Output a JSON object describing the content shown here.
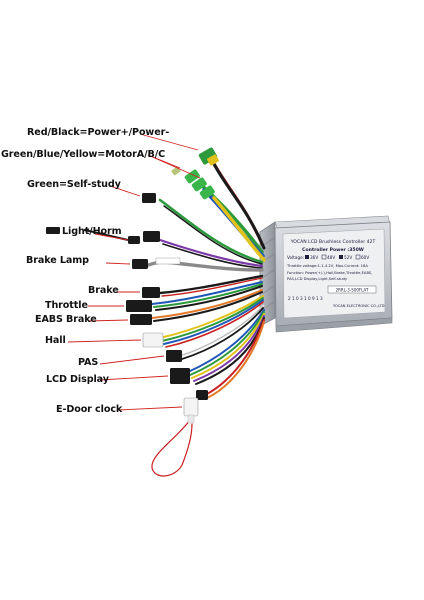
{
  "labels": {
    "power": "Red/Black=Power+/Power-",
    "motor": "Green/Blue/Yellow=MotorA/B/C",
    "self_study": "Green=Self-study",
    "light": "Light/Horm",
    "brake_lamp": "Brake Lamp",
    "brake": "Brake",
    "throttle": "Throttle",
    "eabs": "EABS Brake",
    "hall": "Hall",
    "pas": "PAS",
    "lcd": "LCD Display",
    "edoor": "E-Door clock"
  },
  "controller": {
    "brand_line": "YOCAN LCD Brushless Controller 42T",
    "power_line": "Controller Power :350W",
    "voltage_line": "Voltage:",
    "volt_options": [
      "36V",
      "48V",
      "52V",
      "60V"
    ],
    "spec_line_1": "Throttle voltage:1.1-4.2V, Max.Current: 18A",
    "spec_line_2": "Function: Power(+/-),Hall,Brake,Throttle,EABS,",
    "spec_line_3": "PAS,LCD Display,Light,Self-study",
    "sticker": "2RRL-3-S00FLAT",
    "serial": "2 1 0 3 1 0 9 1 3",
    "maker": "YOCAN ELECTRONIC CO.,LTD"
  },
  "colors": {
    "wire_red": "#c8211f",
    "wire_black": "#1a1a1a",
    "wire_green": "#2c9a3c",
    "wire_blue": "#1f57b8",
    "wire_yellow": "#e2c21a",
    "wire_orange": "#e3792a",
    "wire_purple": "#7b3aa8",
    "wire_grey": "#8a8a8a",
    "wire_white": "#e8e8e8",
    "arrow": "#d0231f",
    "housing": "#c4c7cc"
  }
}
